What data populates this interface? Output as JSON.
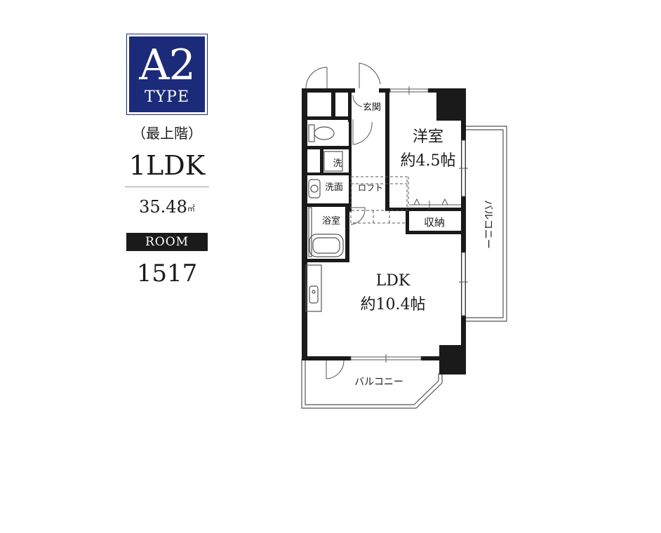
{
  "unit": {
    "type_code": "A2",
    "type_word": "TYPE",
    "floor_note": "（最上階）",
    "layout": "1LDK",
    "area_value": "35.48",
    "area_unit": "㎡",
    "room_label": "ROOM",
    "room_number": "1517"
  },
  "colors": {
    "brand_navy": "#1c2a7a",
    "wall": "#1a1a1a",
    "line": "#555555"
  },
  "plan": {
    "genkan": "玄関",
    "bedroom_name": "洋室",
    "bedroom_size": "約4.5帖",
    "wash": "洗",
    "washroom": "洗面",
    "loft": "ロフト",
    "bath": "浴室",
    "storage": "収納",
    "ldk_name": "LDK",
    "ldk_size": "約10.4帖",
    "balcony_side": "バルコニー",
    "balcony_bottom": "バルコニー"
  }
}
